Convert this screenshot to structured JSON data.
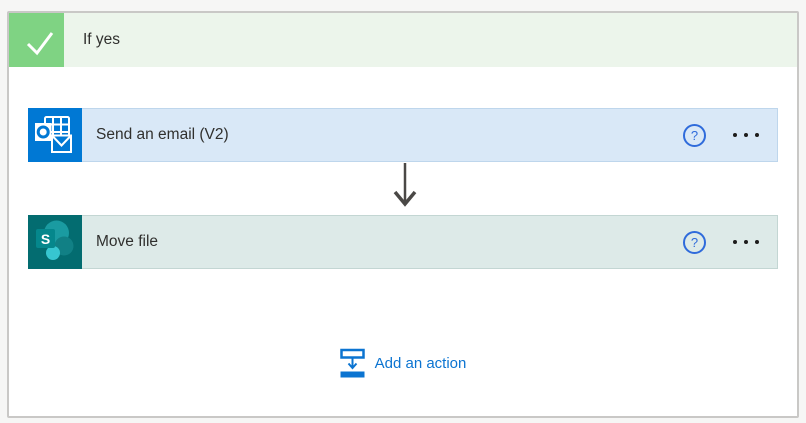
{
  "branch": {
    "label": "If yes"
  },
  "actions": [
    {
      "title": "Send an email (V2)",
      "connector": "outlook-icon"
    },
    {
      "title": "Move file",
      "connector": "sharepoint-icon"
    }
  ],
  "add_action": {
    "label": "Add an action"
  },
  "icons": {
    "help_glyph": "?",
    "sharepoint_letter": "S"
  },
  "colors": {
    "branch_accent_green": "#7fd383",
    "branch_bg_green": "#ecf5eb",
    "outlook_blue": "#0078d4",
    "email_bar_blue": "#d9e8f7",
    "sharepoint_teal": "#036c70",
    "sharepoint_circle_light": "#1a9ba1",
    "sharepoint_circle_cyan": "#37c6d0",
    "move_bar_teal": "#ddeae8",
    "link_blue": "#0b74d1",
    "help_icon_blue": "#2f6bdb",
    "arrow_gray": "#4a4846"
  }
}
